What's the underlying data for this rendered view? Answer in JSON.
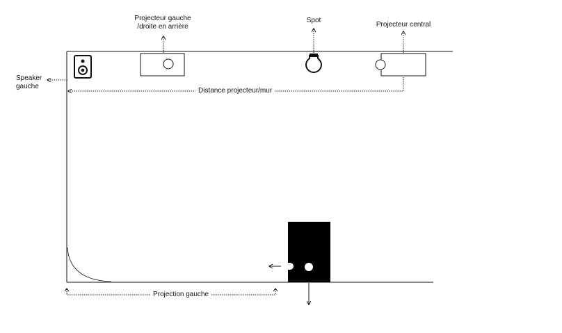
{
  "labels": {
    "projector_left_line1": "Projecteur gauche",
    "projector_left_line2": "/droite en arrière",
    "spot": "Spot",
    "projector_center": "Projecteur central",
    "speaker_line1": "Speaker",
    "speaker_line2": "gauche",
    "distance": "Distance projecteur/mur",
    "projection_left": "Projection gauche"
  },
  "icons": {
    "speaker": "speaker-icon",
    "bulb": "lightbulb-icon",
    "projector_left": "projector-icon",
    "projector_center": "projector-icon",
    "person": "person-block-icon"
  },
  "colors": {
    "stroke": "#111111",
    "fill_dark": "#000000",
    "background": "#ffffff"
  }
}
